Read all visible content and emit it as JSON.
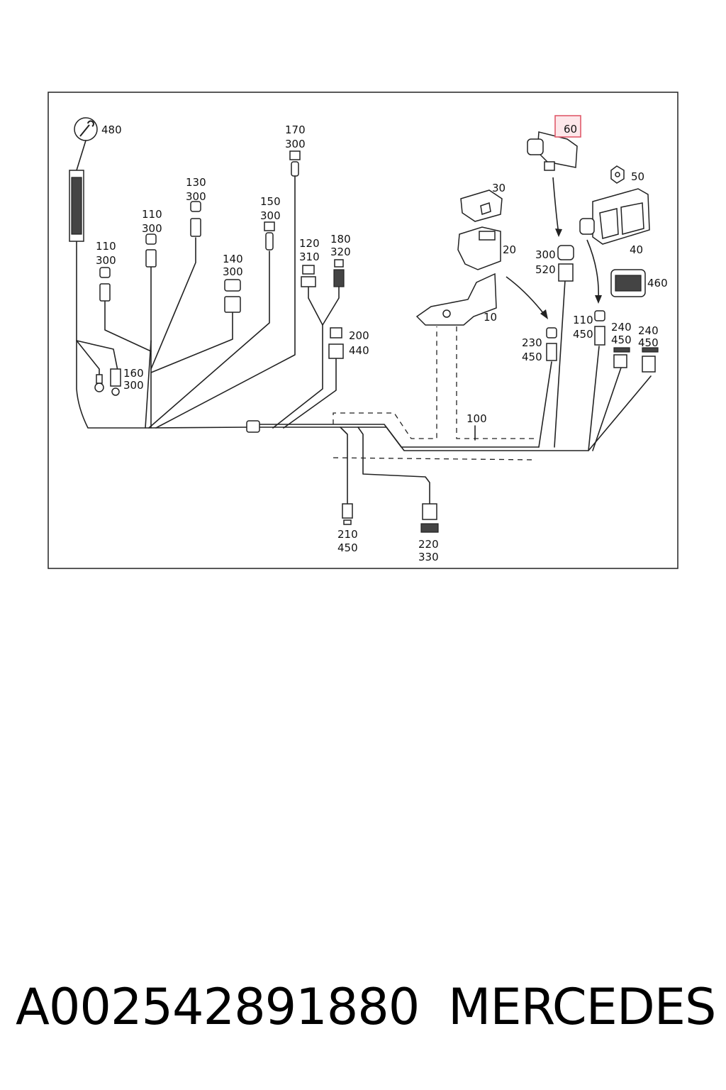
{
  "callouts": {
    "c480": "480",
    "c170a": "170",
    "c170b": "300",
    "c130a": "130",
    "c130b": "300",
    "c150a": "150",
    "c150b": "300",
    "c110a_a": "110",
    "c110a_b": "300",
    "c110b_a": "110",
    "c110b_b": "300",
    "c140a": "140",
    "c140b": "300",
    "c120a": "120",
    "c120b": "310",
    "c180a": "180",
    "c180b": "320",
    "c200a": "200",
    "c200b": "440",
    "c160a": "160",
    "c160b": "300",
    "c60": "60",
    "c50": "50",
    "c30": "30",
    "c20": "20",
    "c10": "10",
    "c40": "40",
    "c460": "460",
    "c300a": "300",
    "c300b": "520",
    "c230a": "230",
    "c230b": "450",
    "c110c_a": "110",
    "c110c_b": "450",
    "c240a_a": "240",
    "c240a_b": "450",
    "c240b_a": "240",
    "c240b_b": "450",
    "c100": "100",
    "c210a": "210",
    "c210b": "450",
    "c220a": "220",
    "c220b": "330"
  },
  "highlight_color": "#e05a6a",
  "footer": {
    "part_number": "A002542891880",
    "brand": "MERCEDES"
  }
}
